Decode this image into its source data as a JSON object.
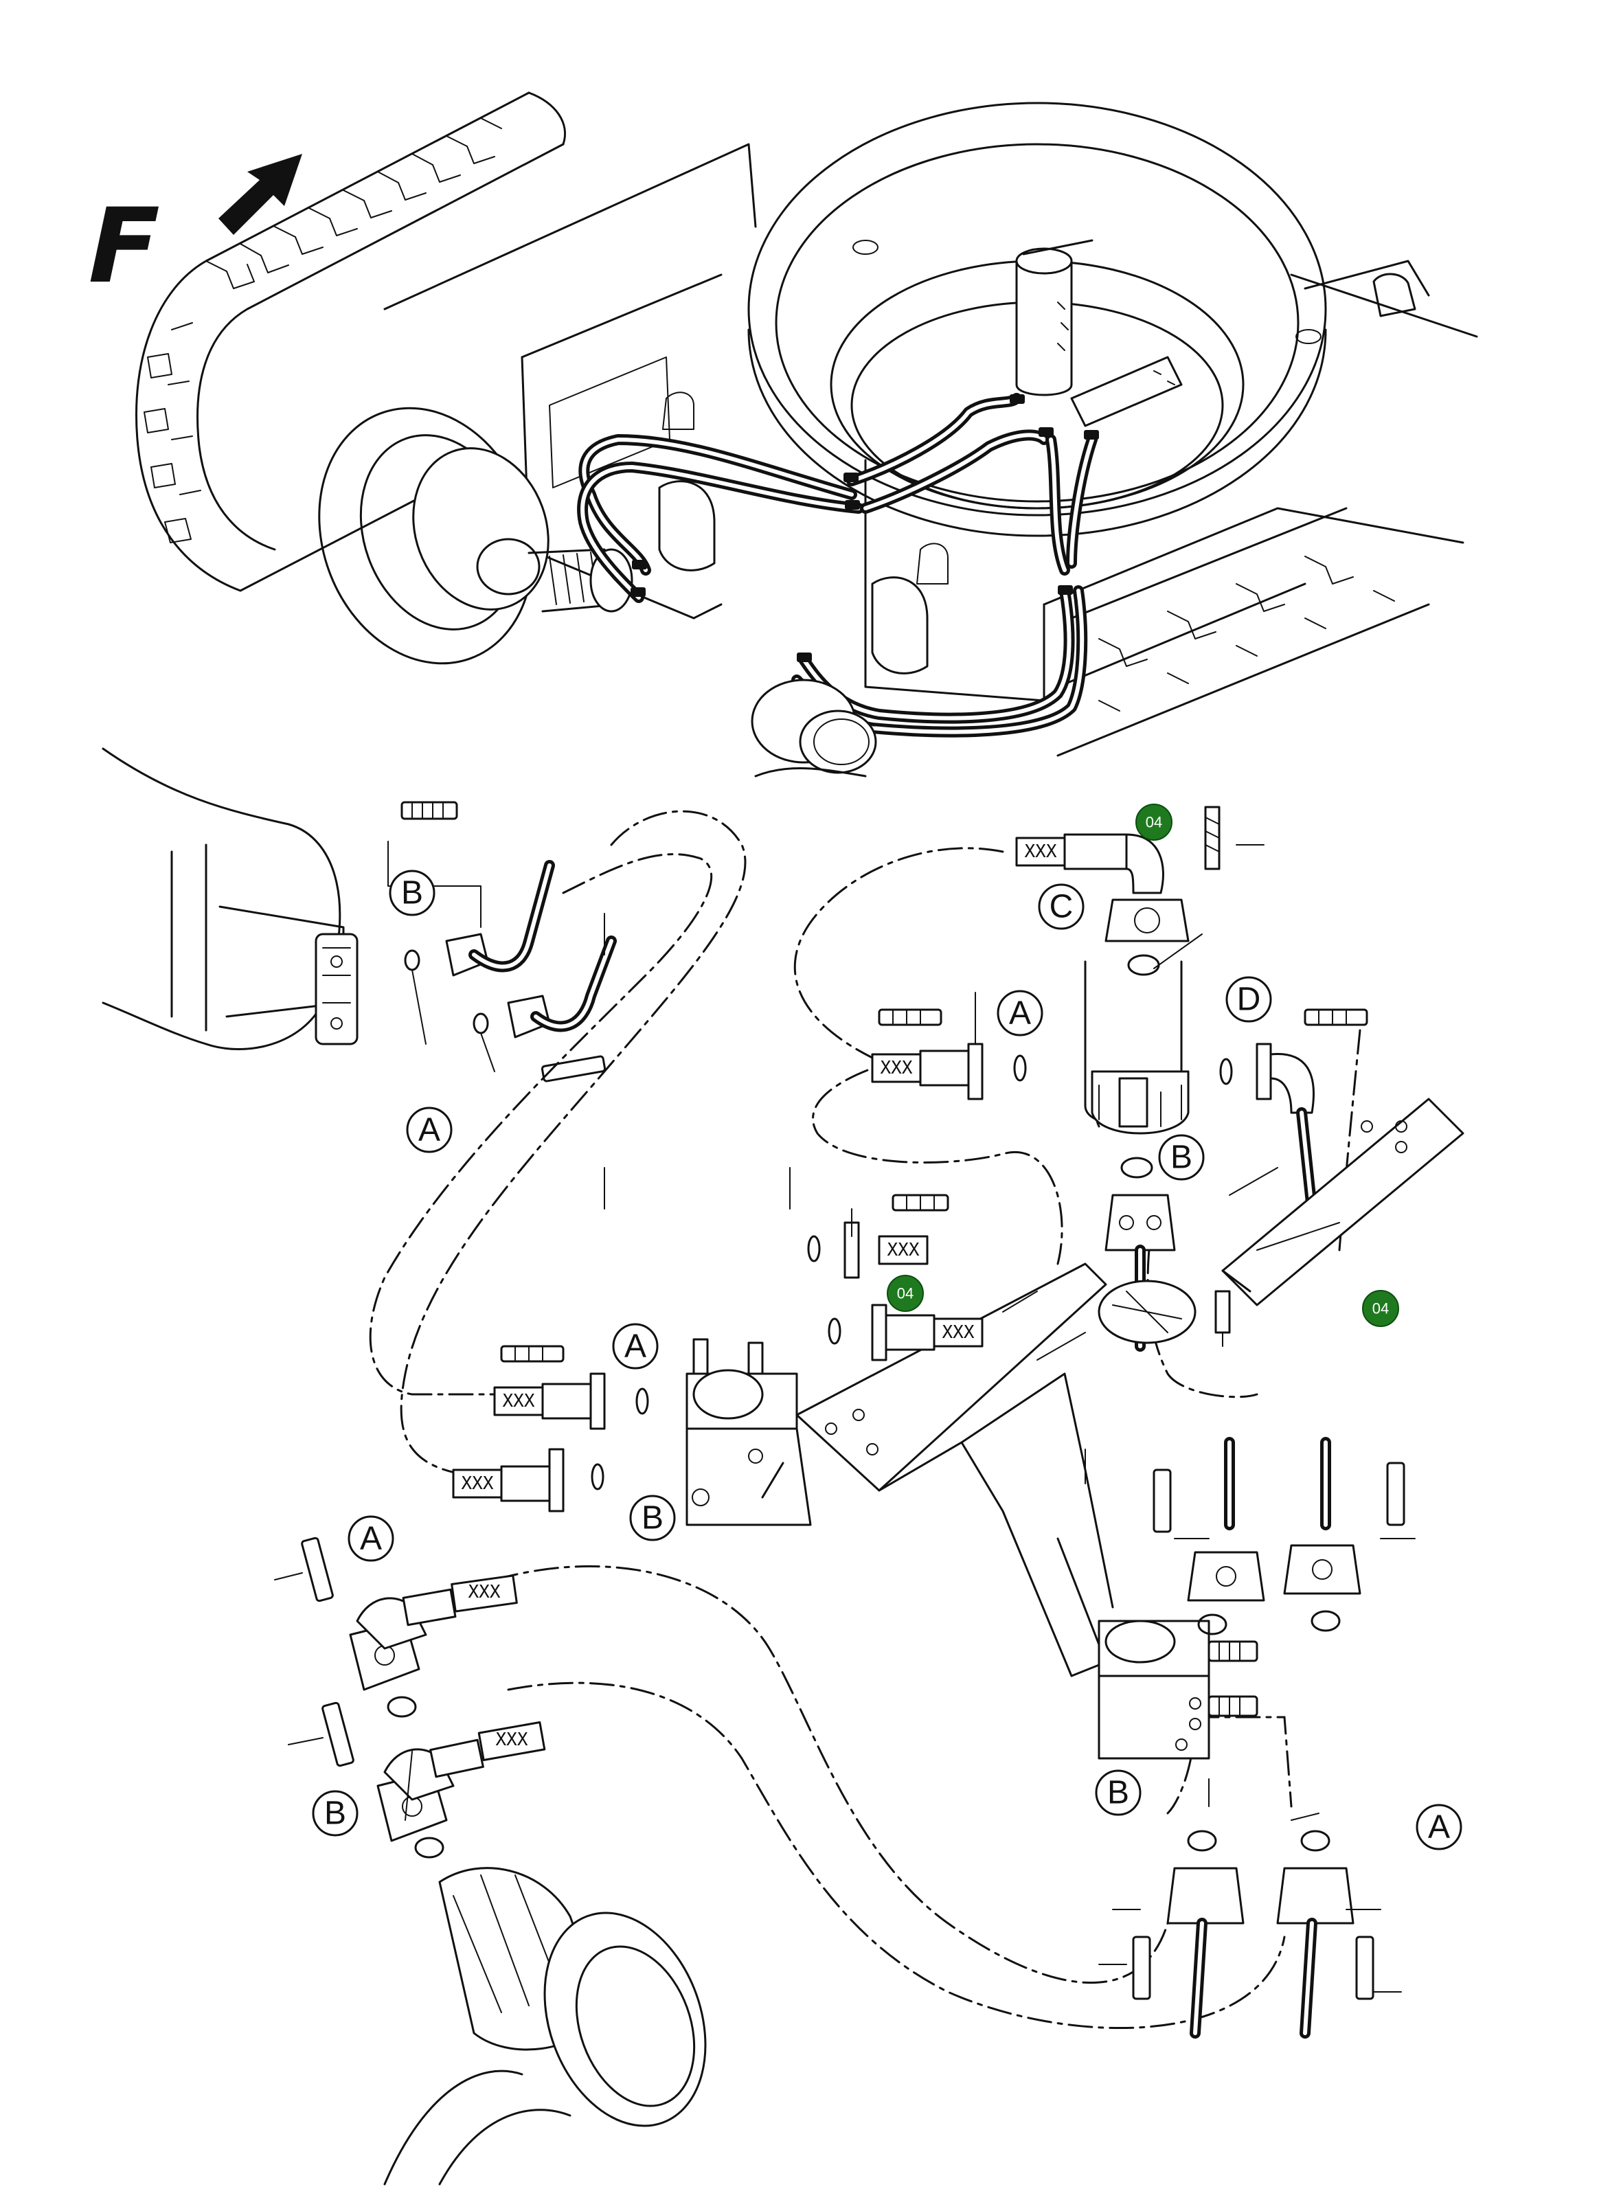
{
  "forward_marker": {
    "label": "F",
    "icon": "forward-arrow-icon"
  },
  "callouts": [
    {
      "id": "b-motor-top",
      "label": "B"
    },
    {
      "id": "a-motor-top",
      "label": "A"
    },
    {
      "id": "c-swivel",
      "label": "C"
    },
    {
      "id": "a-swivel",
      "label": "A"
    },
    {
      "id": "d-swivel",
      "label": "D"
    },
    {
      "id": "b-swivel",
      "label": "B"
    },
    {
      "id": "a-valve",
      "label": "A"
    },
    {
      "id": "b-valve",
      "label": "B"
    },
    {
      "id": "a-motor-bottom",
      "label": "A"
    },
    {
      "id": "b-motor-bottom",
      "label": "B"
    },
    {
      "id": "b-lower-right",
      "label": "B"
    },
    {
      "id": "a-lower-right",
      "label": "A"
    }
  ],
  "part_badges": [
    {
      "id": "badge-top",
      "label": "04",
      "color": "#1f7a1f"
    },
    {
      "id": "badge-middle",
      "label": "04",
      "color": "#1f7a1f"
    },
    {
      "id": "badge-right",
      "label": "04",
      "color": "#1f7a1f"
    }
  ],
  "hose_marking": "XXX"
}
